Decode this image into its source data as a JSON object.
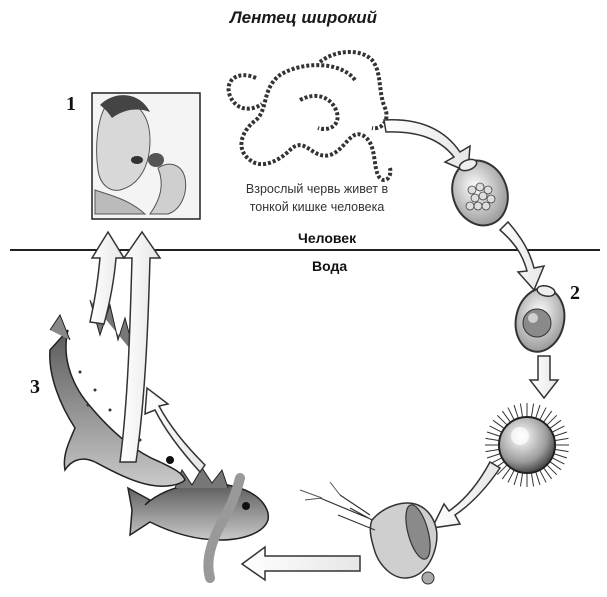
{
  "diagram": {
    "title": "Лентец широкий",
    "caption": "Взрослый червь живет в тонкой кишке человека",
    "zone_top_label": "Человек",
    "zone_bottom_label": "Вода",
    "stage_numbers": {
      "one": "1",
      "two": "2",
      "three": "3"
    },
    "icons": [
      "human-eating-fish-icon",
      "adult-tapeworm-icon",
      "egg-icon",
      "egg-with-embryo-icon",
      "coracidium-icon",
      "copepod-icon",
      "small-fish-icon",
      "predatory-fish-icon",
      "cycle-arrow-icon"
    ]
  }
}
